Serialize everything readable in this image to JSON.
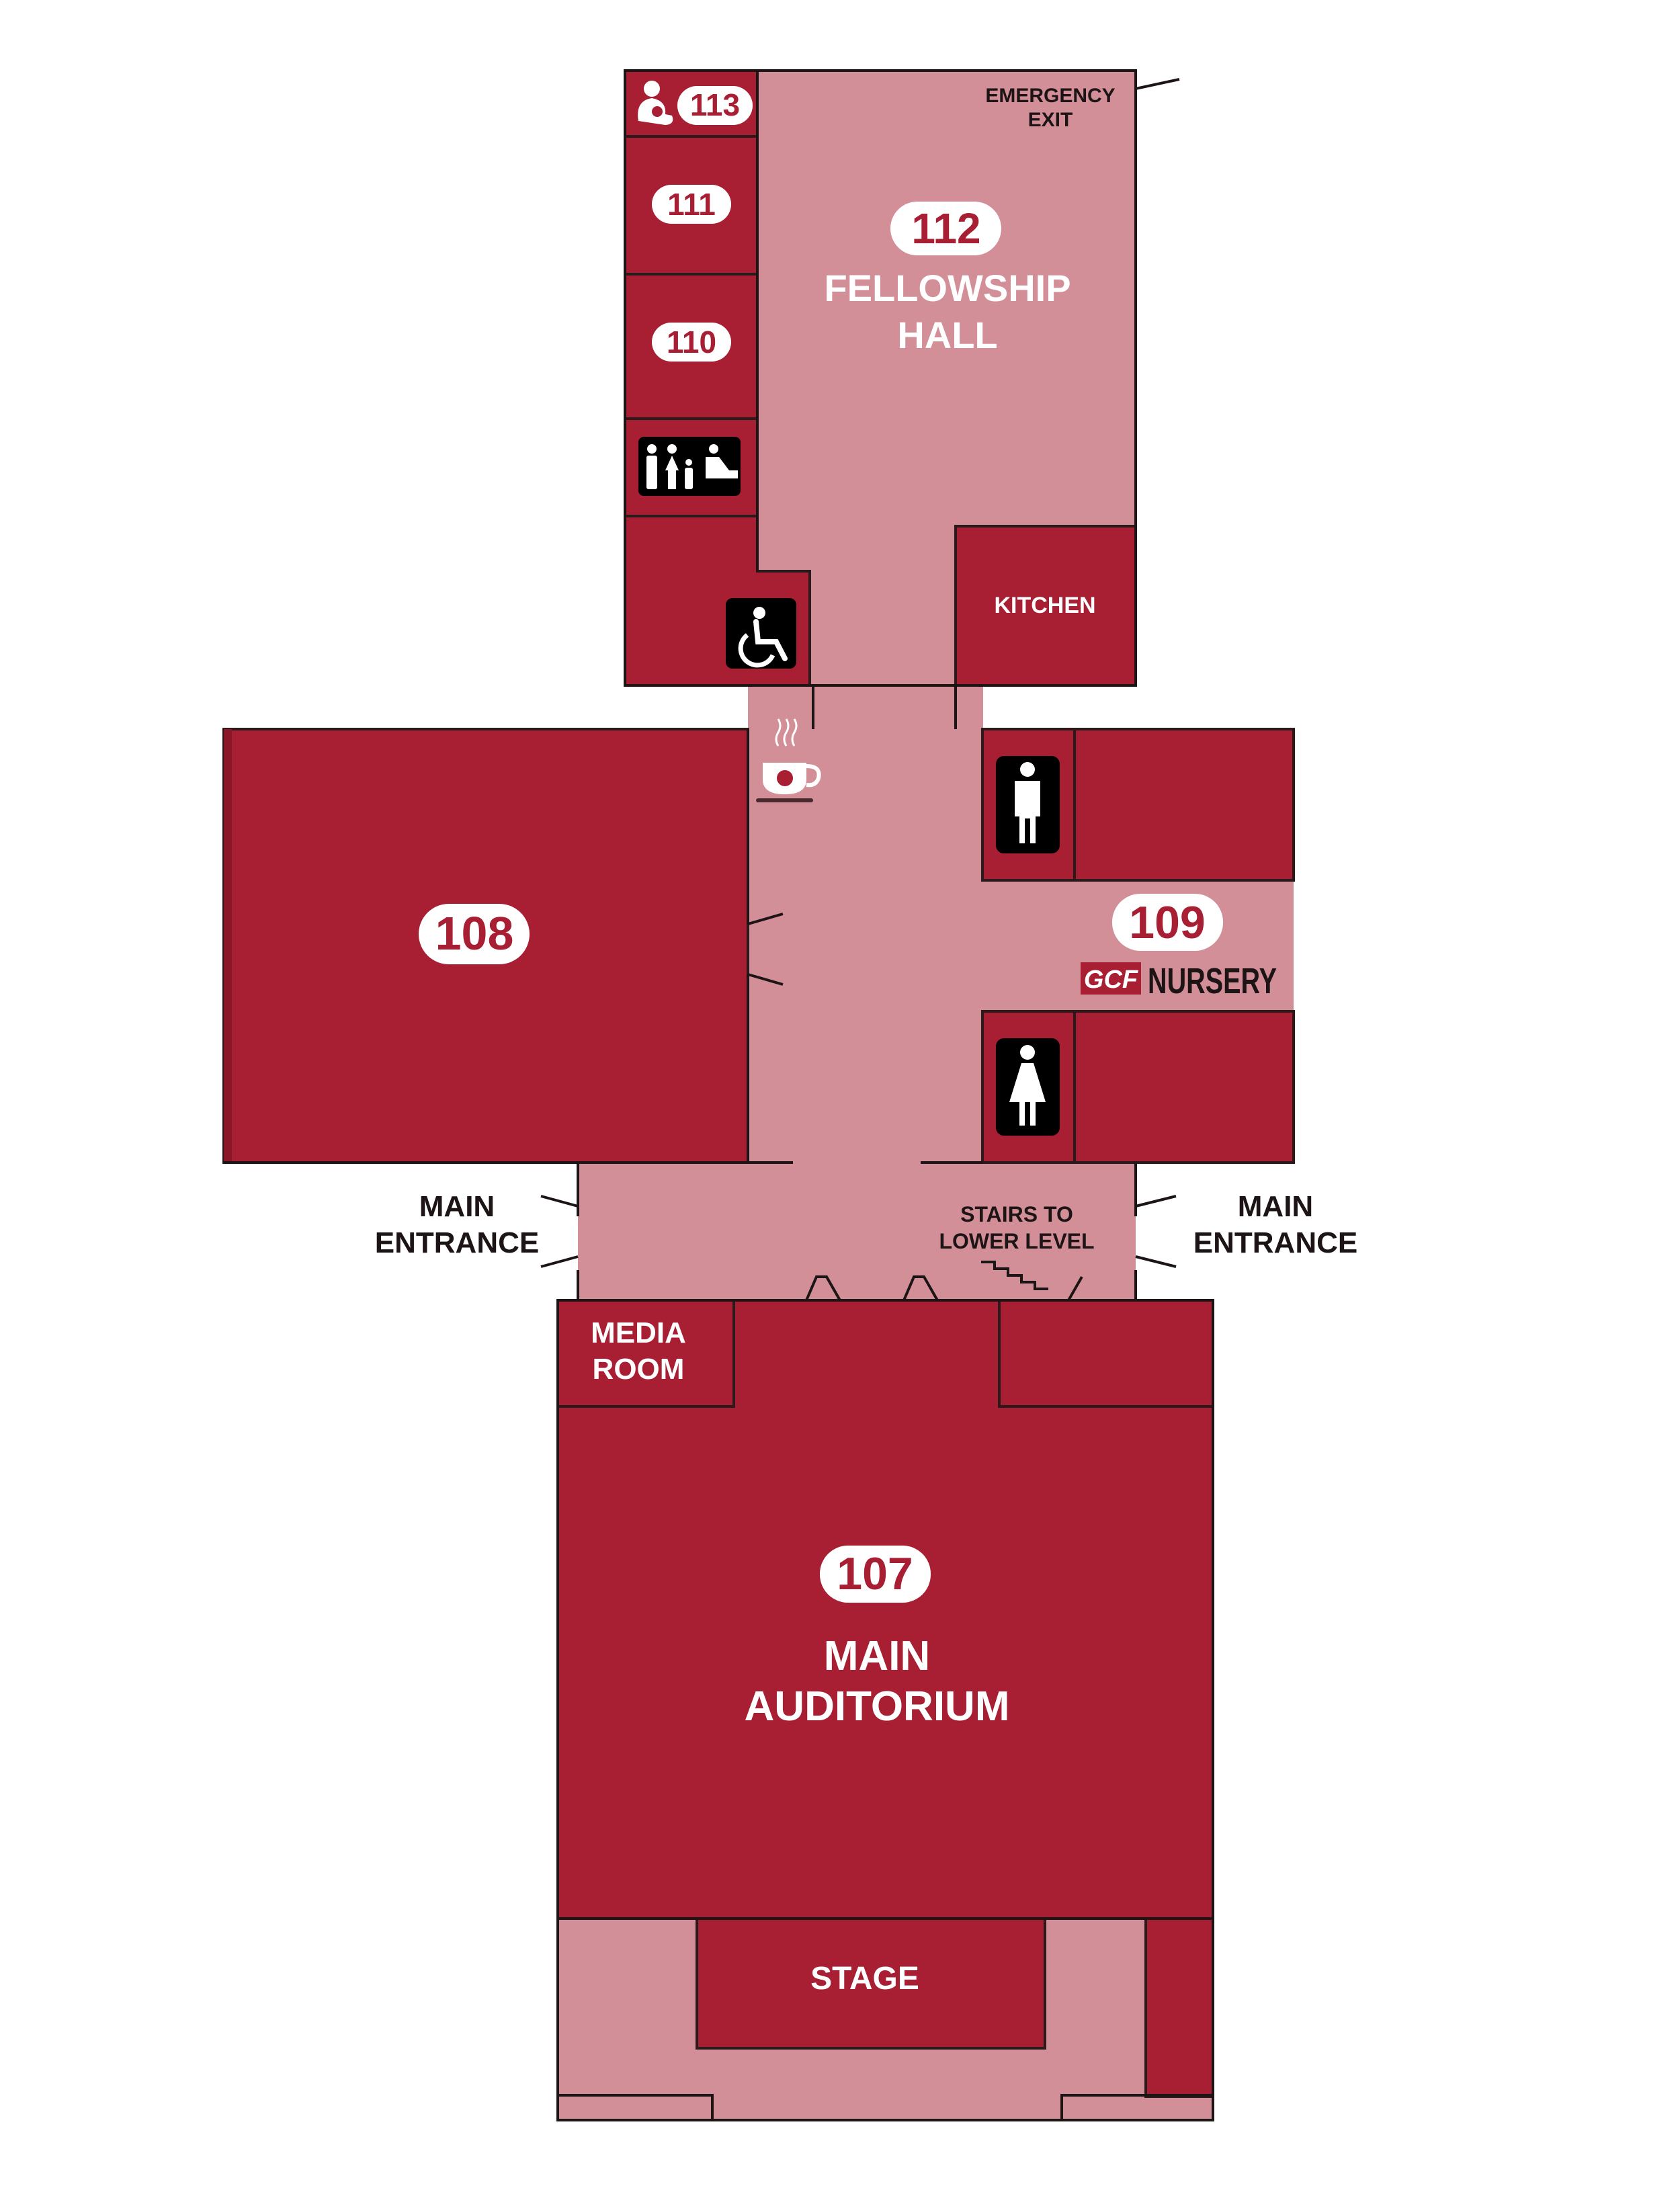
{
  "colors": {
    "room": "#a81e33",
    "corridor": "#d38f98",
    "line": "#1d1416",
    "text_light": "#ffffff",
    "text_dark": "#1d1416"
  },
  "rooms": {
    "r113": {
      "number": "113",
      "icon": "nursing-mother-icon"
    },
    "r111": {
      "number": "111"
    },
    "r110": {
      "number": "110"
    },
    "r112": {
      "number": "112",
      "name_line1": "FELLOWSHIP",
      "name_line2": "HALL"
    },
    "kitchen": {
      "name": "KITCHEN"
    },
    "r108": {
      "number": "108"
    },
    "r109": {
      "number": "109",
      "brand": "GCF",
      "brand_word": "NURSERY"
    },
    "media": {
      "name_line1": "MEDIA",
      "name_line2": "ROOM"
    },
    "r107": {
      "number": "107",
      "name_line1": "MAIN",
      "name_line2": "AUDITORIUM"
    },
    "stage": {
      "name": "STAGE"
    }
  },
  "labels": {
    "emergency_line1": "EMERGENCY",
    "emergency_line2": "EXIT",
    "entrance_left_line1": "MAIN",
    "entrance_left_line2": "ENTRANCE",
    "entrance_right_line1": "MAIN",
    "entrance_right_line2": "ENTRANCE",
    "stairs_line1": "STAIRS TO",
    "stairs_line2": "LOWER LEVEL"
  },
  "icons": {
    "family_restroom": "family-restroom-icon",
    "accessible": "wheelchair-icon",
    "coffee": "coffee-cup-icon",
    "mens_restroom": "men-restroom-icon",
    "womens_restroom": "women-restroom-icon",
    "stairs": "stairs-icon"
  }
}
